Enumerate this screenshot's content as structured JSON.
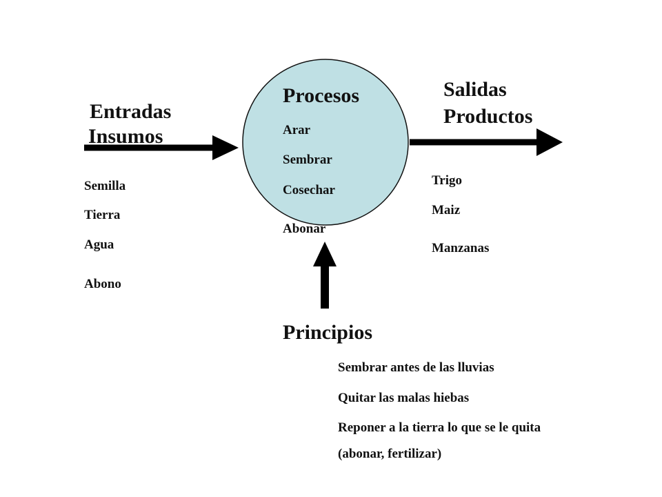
{
  "colors": {
    "circle_fill": "#bfe0e4",
    "circle_stroke": "#111111",
    "arrow": "#000000",
    "text": "#111111"
  },
  "entradas": {
    "line1": "Entradas",
    "line2": "Insumos",
    "items": [
      "Semilla",
      "Tierra",
      "Agua",
      "Abono"
    ]
  },
  "procesos": {
    "title": "Procesos",
    "items": [
      "Arar",
      "Sembrar",
      "Cosechar",
      "Abonar"
    ]
  },
  "salidas": {
    "line1": "Salidas",
    "line2": "Productos",
    "items": [
      "Trigo",
      "Maiz",
      "Manzanas"
    ]
  },
  "principios": {
    "title": "Principios",
    "items": [
      "Sembrar antes de las lluvias",
      "Quitar las malas hiebas",
      "Reponer a la tierra lo que se le quita",
      "(abonar, fertilizar)"
    ]
  }
}
